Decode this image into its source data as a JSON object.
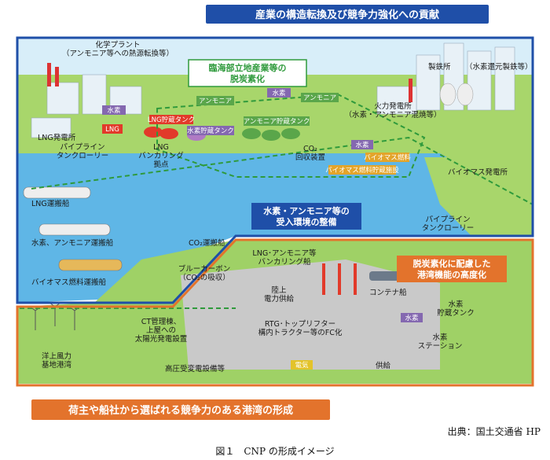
{
  "header_top": "産業の構造転換及び競争力強化への貢献",
  "header_coastal": "臨海部立地産業等の\n脱炭素化",
  "header_receive": "水素・アンモニア等の\n受入環境の整備",
  "header_port": "脱炭素化に配慮した\n港湾機能の高度化",
  "header_bottom": "荷主や船社から選ばれる競争力のある港湾の形成",
  "labels": {
    "chem_plant": "化学プラント\n（アンモニア等への熱源転換等）",
    "steel": "製鉄所",
    "steel_reduction": "（水素還元製鉄等）",
    "lng_power": "LNG発電所",
    "thermal_power": "火力発電所\n（水素・アンモニア混焼等）",
    "lng_bunkering": "LNG\nバンカリング\n拠点",
    "pipeline_lorry_left": "パイプライン\nタンクローリー",
    "co2_capture": "CO₂\n回収装置",
    "biomass_power": "バイオマス発電所",
    "lng_carrier": "LNG運搬船",
    "h2_nh3_carrier": "水素、アンモニア運搬船",
    "co2_carrier": "CO₂運搬船",
    "biomass_carrier": "バイオマス燃料運搬船",
    "pipeline_lorry_right": "パイプライン\nタンクローリー",
    "blue_carbon": "ブルーカーボン\n（CO₂の吸収）",
    "bunkering_ship": "LNG･アンモニア等\nバンカリング船",
    "shore_power": "陸上\n電力供給",
    "container_ship": "コンテナ船",
    "ct_building": "CT管理棟、\n上屋への\n太陽光発電設置",
    "rtg": "RTG･トップリフター\n構内トラクター等のFC化",
    "offshore_wind": "洋上風力\n基地港湾",
    "substation": "高圧受変電設備等",
    "h2_tank": "水素\n貯蔵タンク",
    "h2_station": "水素\nステーション",
    "supply": "供給"
  },
  "tags": {
    "suiso": "水素",
    "ammonia": "アンモニア",
    "lng": "LNG",
    "lng_tank": "LNG貯蔵タンク",
    "h2_tank": "水素貯蔵タンク",
    "nh3_tank": "アンモニア貯蔵タンク",
    "biomass_fuel": "バイオマス燃料",
    "biomass_storage": "バイオマス燃料貯蔵施設",
    "denki": "電気"
  },
  "colors": {
    "blue_frame": "#1f4fa8",
    "orange_frame": "#e3732c",
    "sea": "#5fb6e6",
    "land": "#a8d66b",
    "dashed_green": "#2f9a3c",
    "tag_purple": "#8468b0",
    "tag_green": "#5aa64a",
    "tag_red": "#e23a2a"
  },
  "source": "出典：国土交通省 HP",
  "figure_caption": "図１　CNP の形成イメージ"
}
